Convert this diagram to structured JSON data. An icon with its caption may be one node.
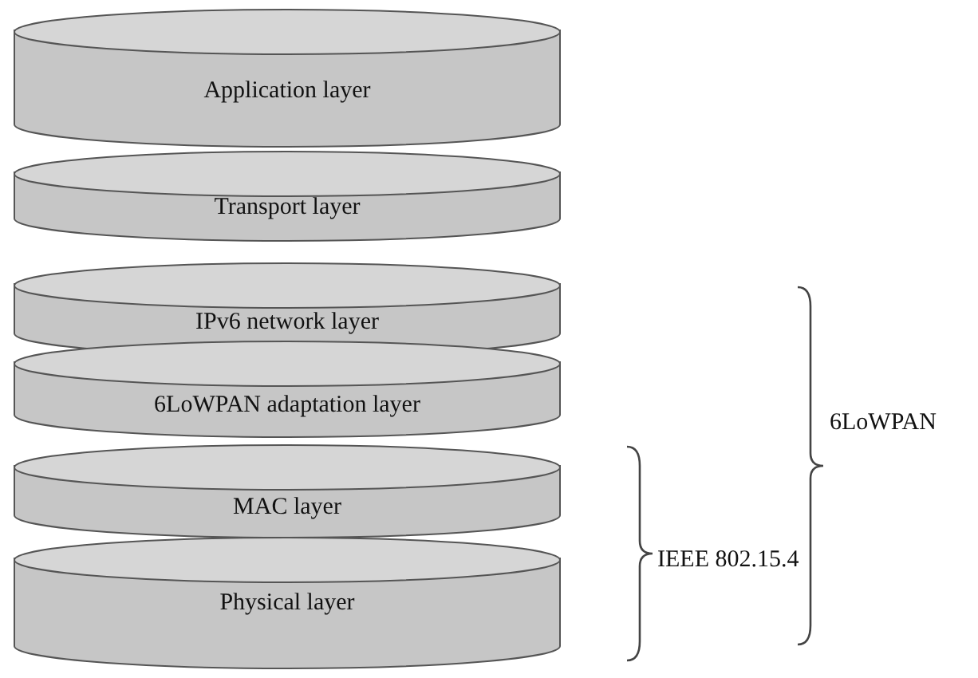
{
  "diagram": {
    "nodes": [
      {
        "text": [
          "Application layer"
        ]
      },
      {
        "text": [
          "Transport layer"
        ]
      },
      {
        "text": [
          "IPv6 network layer"
        ]
      },
      {
        "text": [
          "6LoWPAN adaptation layer"
        ]
      },
      {
        "text": [
          "MAC layer"
        ]
      },
      {
        "text": [
          "Physical layer"
        ]
      }
    ],
    "labels": [
      "IEEE 802.15.4",
      "6LoWPAN"
    ]
  }
}
